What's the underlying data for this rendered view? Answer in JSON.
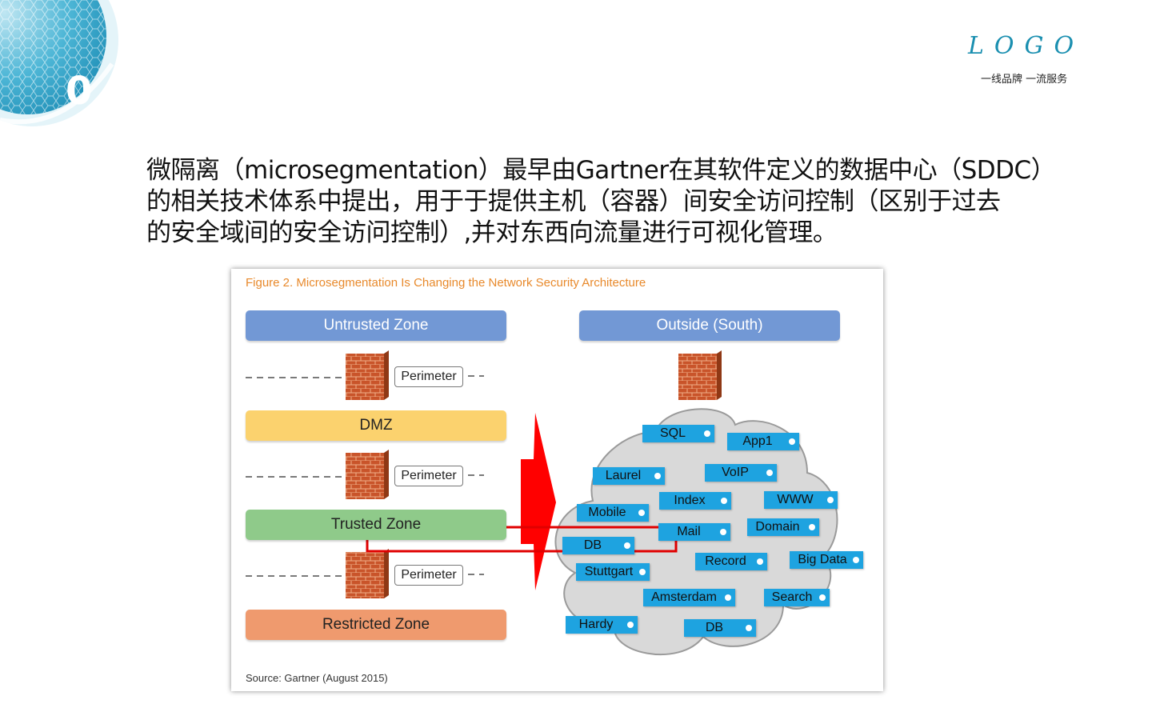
{
  "header": {
    "logo": "LOGO",
    "slogan": "一线品牌 一流服务",
    "decor_number": "0"
  },
  "paragraph": {
    "line1": "微隔离（microsegmentation）最早由Gartner在其软件定义的数据中心（SDDC）",
    "line2": "的相关技术体系中提出，用于于提供主机（容器）间安全访问控制（区别于过去",
    "line3": "的安全域间的安全访问控制）,并对东西向流量进行可视化管理。"
  },
  "figure": {
    "title": "Figure 2. Microsegmentation Is Changing the Network Security Architecture",
    "source": "Source: Gartner (August 2015)",
    "left_zones": {
      "untrusted": "Untrusted Zone",
      "dmz": "DMZ",
      "trusted": "Trusted Zone",
      "restricted": "Restricted Zone"
    },
    "perimeter_label": "Perimeter",
    "right_header": "Outside (South)",
    "workloads": {
      "sql": "SQL",
      "app1": "App1",
      "laurel": "Laurel",
      "voip": "VoIP",
      "mobile": "Mobile",
      "index": "Index",
      "www": "WWW",
      "mail": "Mail",
      "domain": "Domain",
      "db1": "DB",
      "record": "Record",
      "bigdata": "Big Data",
      "stuttgart": "Stuttgart",
      "amsterdam": "Amsterdam",
      "search": "Search",
      "hardy": "Hardy",
      "db2": "DB"
    },
    "colors": {
      "zone_blue": "#7298d5",
      "zone_yellow": "#fbd26e",
      "zone_green": "#8fca8a",
      "zone_orange": "#ef9a6e",
      "tag_blue": "#1ea3e0",
      "arrow_red": "#ff0000",
      "title_orange": "#e8892b",
      "brick": "#c9542a"
    }
  }
}
